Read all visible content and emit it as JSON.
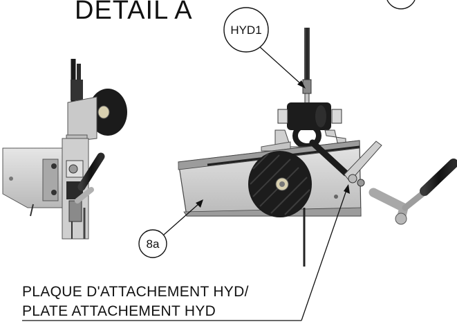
{
  "title": "DETAIL A",
  "callouts": {
    "hyd1": "HYD1",
    "part_8a": "8a"
  },
  "note": {
    "line1": "PLAQUE D'ATTACHEMENT HYD/",
    "line2": "PLATE ATTACHEMENT HYD"
  },
  "colors": {
    "line": "#111111",
    "metal_light": "#d6d6d6",
    "metal_mid": "#a9a9a9",
    "metal_dark": "#6e6e6e",
    "black_part": "#1e1e1e"
  }
}
